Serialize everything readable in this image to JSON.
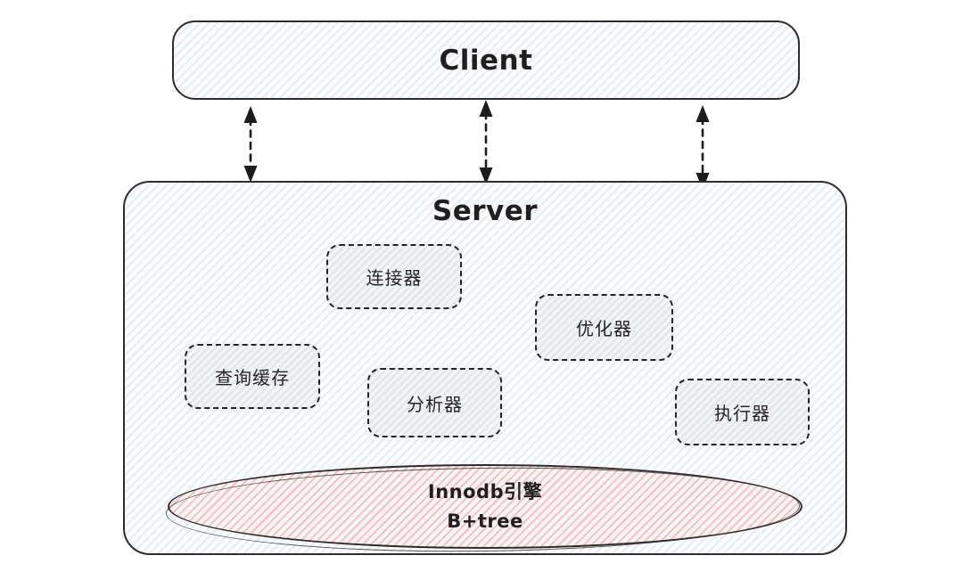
{
  "diagram": {
    "title_hint": "MySQL client-server architecture sketch",
    "client": {
      "label": "Client"
    },
    "server": {
      "label": "Server",
      "components": [
        {
          "id": "connector",
          "label": "连接器"
        },
        {
          "id": "optimizer",
          "label": "优化器"
        },
        {
          "id": "query-cache",
          "label": "查询缓存"
        },
        {
          "id": "analyzer",
          "label": "分析器"
        },
        {
          "id": "executor",
          "label": "执行器"
        }
      ],
      "engine": {
        "line1": "Innodb引擎",
        "line2": "B+tree"
      }
    },
    "arrows": {
      "count": 3,
      "style": "dashed-double-headed"
    },
    "colors": {
      "outline": "#2e2e2e",
      "hatch_gray": "#e9ecf1",
      "hatch_gray_dark": "#e2e5eb",
      "hatch_pink": "#f5c3c3",
      "engine_fill": "#fdf6f6",
      "text": "#1f1f1f",
      "background": "#ffffff"
    }
  }
}
